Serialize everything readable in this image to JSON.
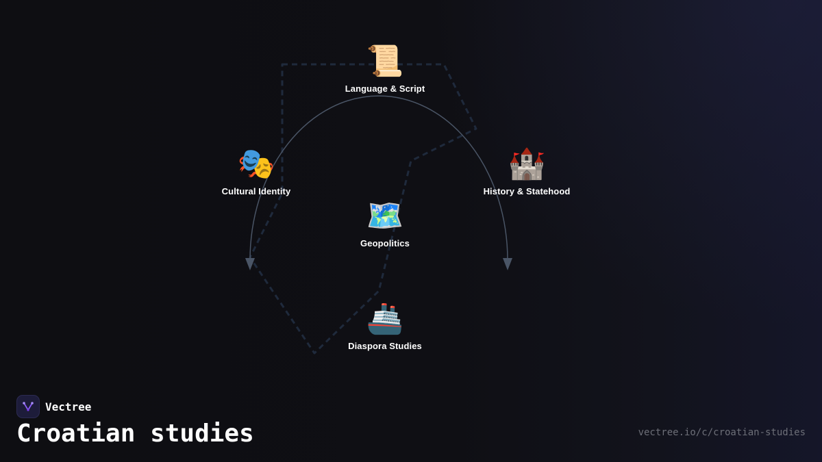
{
  "brand": {
    "name": "Vectree",
    "logo_icon": "vectree-logo-icon",
    "logo_color": "#8b5cf6"
  },
  "page": {
    "title": "Croatian studies",
    "url": "vectree.io/c/croatian-studies"
  },
  "colors": {
    "background": "#0f0f13",
    "arc": "#4a5566",
    "dashed_path": "#1f2a3c",
    "label": "#ffffff",
    "url": "#6d6f78"
  },
  "nodes": [
    {
      "id": "language",
      "label": "Language & Script",
      "icon": "scroll-icon",
      "glyph": "📜"
    },
    {
      "id": "culture",
      "label": "Cultural Identity",
      "icon": "theater-masks-icon",
      "glyph": "🎭"
    },
    {
      "id": "history",
      "label": "History & Statehood",
      "icon": "castle-icon",
      "glyph": "🏰"
    },
    {
      "id": "geopolitics",
      "label": "Geopolitics",
      "icon": "world-map-icon",
      "glyph": "🗺️"
    },
    {
      "id": "diaspora",
      "label": "Diaspora Studies",
      "icon": "ship-icon",
      "glyph": "🚢"
    }
  ]
}
